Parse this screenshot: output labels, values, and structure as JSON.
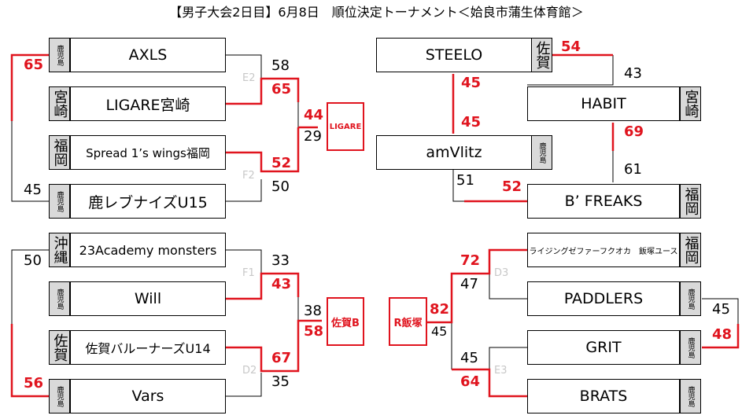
{
  "title": "【男子大会2日目】6月8日　順位決定トーナメント＜姶良市蒲生体育館＞",
  "colors": {
    "win": "#e0141e",
    "line": "#000000",
    "pref_bg": "#d9d9d9"
  },
  "teams": {
    "axls": "AXLS",
    "ligare": "LIGARE宮崎",
    "spread": "Spread 1’s wings福岡",
    "reb": "鹿レブナイズU15",
    "academy": "23Academy monsters",
    "will": "Will",
    "saga": "佐賀バルーナーズU14",
    "vars": "Vars",
    "steelo": "STEELO",
    "habit": "HABIT",
    "amvlitz": "amVlitz",
    "bfreaks": "B’ FREAKS",
    "rising": "ライジングゼファーフクオカ　飯塚ユース",
    "paddlers": "PADDLERS",
    "grit": "GRIT",
    "brats": "BRATS"
  },
  "prefs": {
    "kagoshima": "鹿児島",
    "miyazaki": "宮崎",
    "fukuoka": "福岡",
    "okinawa": "沖縄",
    "saga": "佐賀"
  },
  "scores": {
    "axls": "65",
    "reb": "45",
    "ligare": "65",
    "axls_r2": "58",
    "spread": "52",
    "reb_r2": "50",
    "ligare_final": "44",
    "spread_final": "29",
    "academy": "50",
    "vars": "56",
    "will": "43",
    "academy_r2": "33",
    "saga": "67",
    "vars_r2": "35",
    "will_final": "38",
    "saga_final": "58",
    "steelo": "54",
    "habit": "43",
    "steelo_r2": "45",
    "amvlitz_r2": "45",
    "bfreaks": "52",
    "amvlitz": "51",
    "habit_r2": "69",
    "bfreaks_r2": "61",
    "paddlers": "45",
    "grit": "48",
    "rising": "72",
    "paddlers_r2": "47",
    "grit_r2": "45",
    "brats": "64",
    "rising_final": "82",
    "brats_final": "45"
  },
  "codes": {
    "e2": "E2",
    "f2": "F2",
    "f1": "F1",
    "d2": "D2",
    "d3": "D3",
    "e3": "E3"
  },
  "winners": {
    "top_left": "LIGARE",
    "bottom_left": "佐賀B",
    "bottom_right": "R飯塚"
  }
}
